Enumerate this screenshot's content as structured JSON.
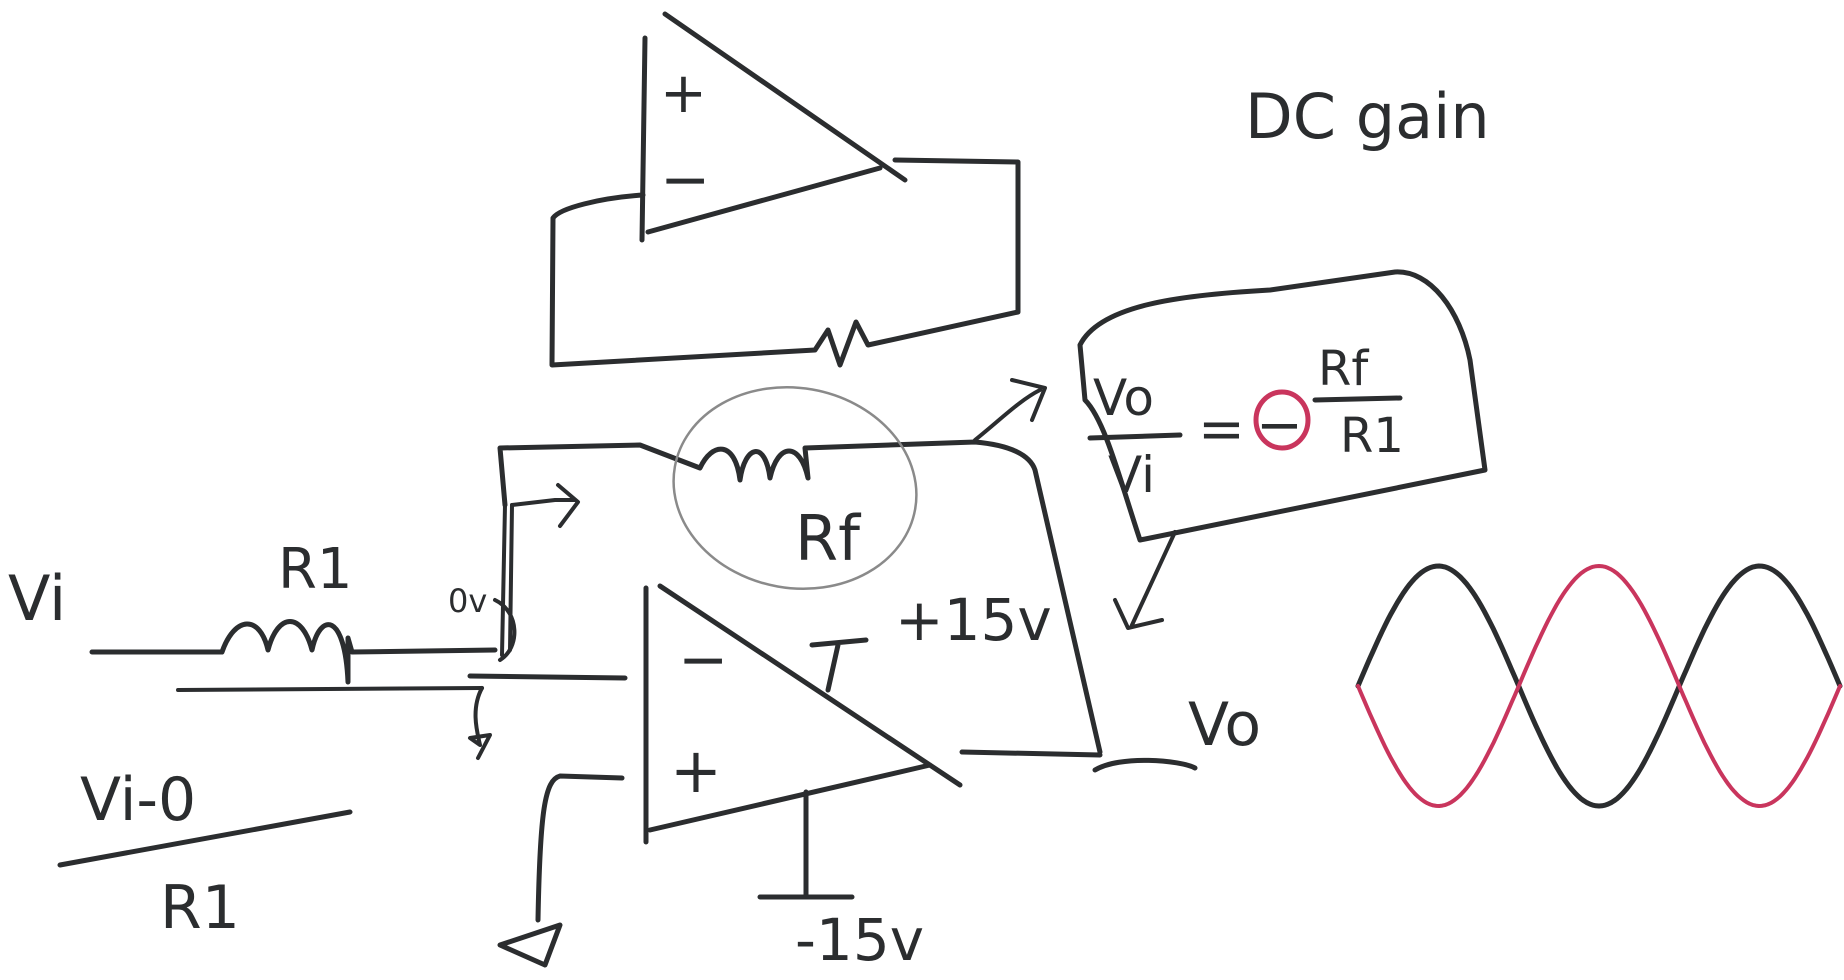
{
  "colors": {
    "ink": "#2b2d2f",
    "pencil": "#7c7c7c",
    "accent": "#c9355d",
    "paper": "#ffffff"
  },
  "labels": {
    "dc_gain": "DC gain",
    "vi": "Vi",
    "r1": "R1",
    "zero_v": "0v",
    "rf": "Rf",
    "plus15": "+15v",
    "minus15": "-15v",
    "vo": "Vo",
    "top_plus": "+",
    "top_minus": "−",
    "main_minus": "−",
    "main_plus": "+"
  },
  "formula_current": {
    "numerator": "Vi-0",
    "denominator": "R1"
  },
  "formula_gain": {
    "lhs_num": "Vo",
    "lhs_den": "Vi",
    "equals": "=",
    "sign": "−",
    "rhs_num": "Rf",
    "rhs_den": "R1"
  },
  "waveform": {
    "input_color": "#2b2d2f",
    "output_color": "#c9355d",
    "cycles": 1.5,
    "phase_shift_deg": 180
  }
}
